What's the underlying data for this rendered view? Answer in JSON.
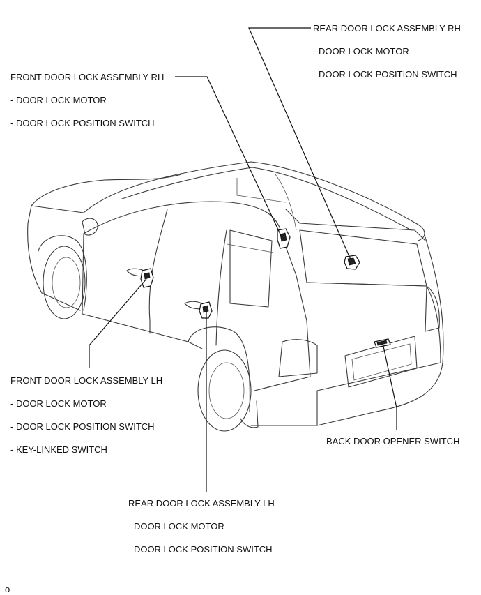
{
  "callouts": {
    "rear_rh": {
      "title": "REAR DOOR LOCK ASSEMBLY RH",
      "items": [
        "- DOOR LOCK MOTOR",
        "- DOOR LOCK POSITION SWITCH"
      ]
    },
    "front_rh": {
      "title": "FRONT DOOR LOCK ASSEMBLY RH",
      "items": [
        "- DOOR LOCK MOTOR",
        "- DOOR LOCK POSITION SWITCH"
      ]
    },
    "front_lh": {
      "title": "FRONT DOOR LOCK ASSEMBLY LH",
      "items": [
        "- DOOR LOCK MOTOR",
        "- DOOR LOCK POSITION SWITCH",
        "- KEY-LINKED SWITCH"
      ]
    },
    "rear_lh": {
      "title": "REAR DOOR LOCK ASSEMBLY LH",
      "items": [
        "- DOOR LOCK MOTOR",
        "- DOOR LOCK POSITION SWITCH"
      ]
    },
    "back_door": {
      "title": "BACK DOOR OPENER SWITCH"
    }
  },
  "corner_mark": "o"
}
